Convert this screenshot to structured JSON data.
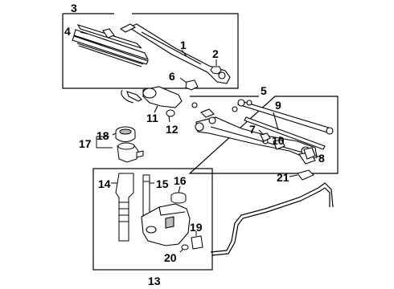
{
  "diagram": {
    "callouts": [
      {
        "id": "c1",
        "label": "1"
      },
      {
        "id": "c2",
        "label": "2"
      },
      {
        "id": "c3",
        "label": "3"
      },
      {
        "id": "c4",
        "label": "4"
      },
      {
        "id": "c5",
        "label": "5"
      },
      {
        "id": "c6",
        "label": "6"
      },
      {
        "id": "c7",
        "label": "7"
      },
      {
        "id": "c8",
        "label": "8"
      },
      {
        "id": "c9",
        "label": "9"
      },
      {
        "id": "c10",
        "label": "10"
      },
      {
        "id": "c11",
        "label": "11"
      },
      {
        "id": "c12",
        "label": "12"
      },
      {
        "id": "c13",
        "label": "13"
      },
      {
        "id": "c14",
        "label": "14"
      },
      {
        "id": "c15",
        "label": "15"
      },
      {
        "id": "c16",
        "label": "16"
      },
      {
        "id": "c17",
        "label": "17"
      },
      {
        "id": "c18",
        "label": "18"
      },
      {
        "id": "c19",
        "label": "19"
      },
      {
        "id": "c20",
        "label": "20"
      },
      {
        "id": "c21",
        "label": "21"
      }
    ],
    "colors": {
      "ink": "#000000",
      "background": "#ffffff",
      "part_fill": "#ffffff",
      "shade": "#bdbdbd"
    }
  }
}
